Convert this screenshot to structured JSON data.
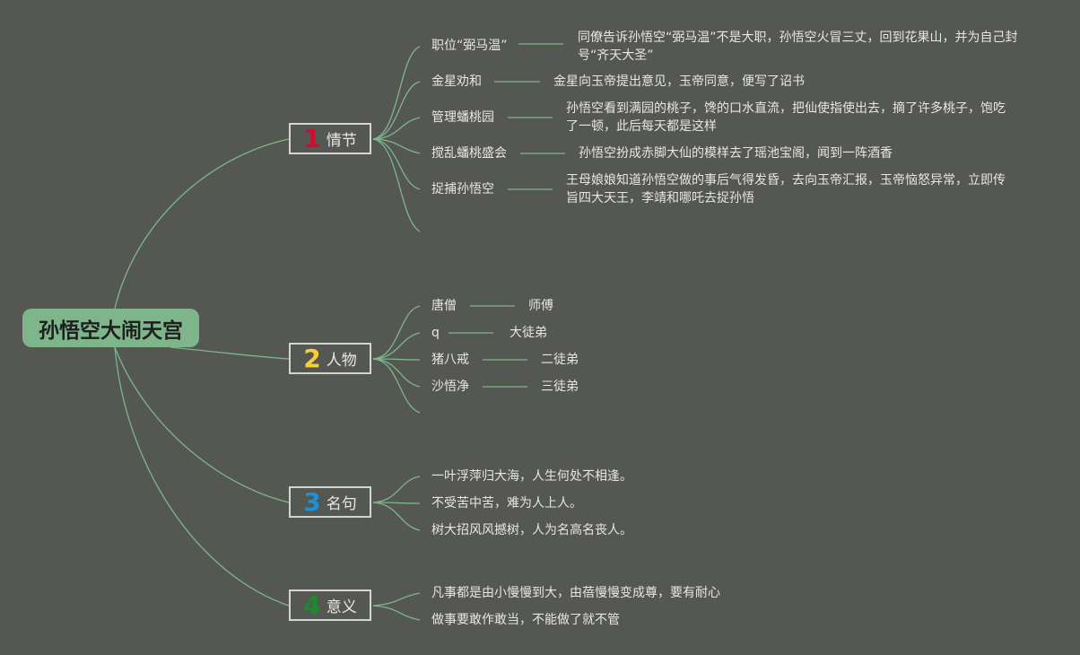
{
  "root": {
    "label": "孙悟空大闹天宫"
  },
  "colors": {
    "background": "#555753",
    "line": "#7fb58b",
    "root_fill": "#7fb58b"
  },
  "branches": [
    {
      "number": "1",
      "label": "情节",
      "color": "#c8102e",
      "items": [
        {
          "label": "职位“弼马温”",
          "desc": "同僚告诉孙悟空“弼马温”不是大职，孙悟空火冒三丈，回到花果山，并为自己封号“齐天大圣”"
        },
        {
          "label": "金星劝和",
          "desc": "金星向玉帝提出意见，玉帝同意，便写了诏书"
        },
        {
          "label": "管理蟠桃园",
          "desc": "孙悟空看到满园的桃子，馋的口水直流，把仙使指使出去，摘了许多桃子，饱吃了一顿，此后每天都是这样"
        },
        {
          "label": "搅乱蟠桃盛会",
          "desc": "孙悟空扮成赤脚大仙的模样去了瑶池宝阁，闻到一阵酒香"
        },
        {
          "label": "捉捕孙悟空",
          "desc": "王母娘娘知道孙悟空做的事后气得发昏，去向玉帝汇报，玉帝恼怒异常，立即传旨四大天王，李靖和哪吒去捉孙悟"
        }
      ]
    },
    {
      "number": "2",
      "label": "人物",
      "color": "#f2cf3b",
      "items": [
        {
          "label": "唐僧",
          "desc": "师傅"
        },
        {
          "label": "q",
          "desc": "大徒弟"
        },
        {
          "label": "猪八戒",
          "desc": "二徒弟"
        },
        {
          "label": "沙悟净",
          "desc": "三徒弟"
        }
      ]
    },
    {
      "number": "3",
      "label": "名句",
      "color": "#1f8fd6",
      "items": [
        {
          "label": "一叶浮萍归大海，人生何处不相逢。"
        },
        {
          "label": "不受苦中苦，难为人上人。"
        },
        {
          "label": "树大招风风撼树，人为名高名丧人。"
        }
      ]
    },
    {
      "number": "4",
      "label": "意义",
      "color": "#1a8c2e",
      "items": [
        {
          "label": "凡事都是由小慢慢到大，由蓓慢慢变成尊，要有耐心"
        },
        {
          "label": "做事要敢作敢当，不能做了就不管"
        }
      ]
    }
  ]
}
